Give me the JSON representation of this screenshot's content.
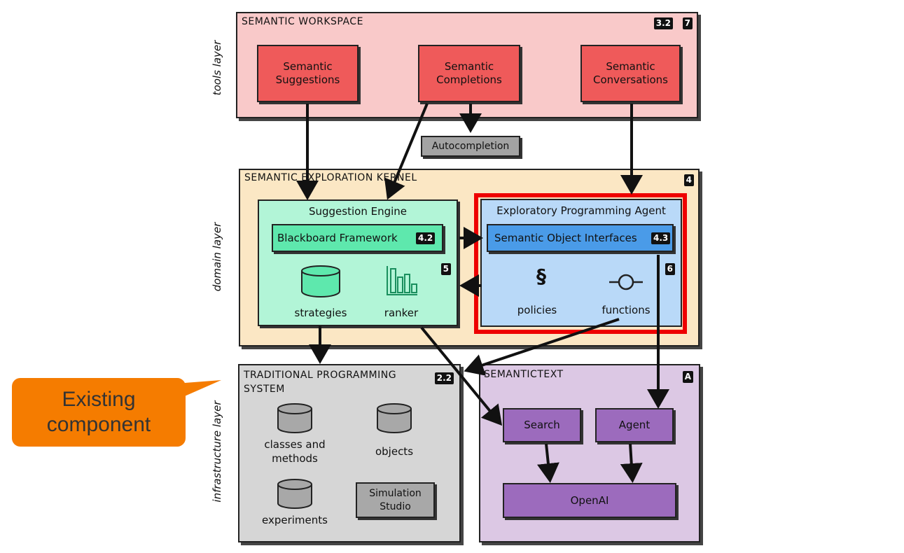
{
  "side_labels": {
    "tools": "tools layer",
    "domain": "domain layer",
    "infrastructure": "infrastructure layer"
  },
  "workspace": {
    "title": "SEMANTIC WORKSPACE",
    "tags": [
      "3.2",
      "7"
    ],
    "suggestions": "Semantic\nSuggestions",
    "completions": "Semantic\nCompletions",
    "conversations": "Semantic\nConversations",
    "autocompletion": "Autocompletion"
  },
  "kernel": {
    "title": "SEMANTIC EXPLORATION KERNEL",
    "tag": "4",
    "suggestion_engine": {
      "title": "Suggestion Engine",
      "blackboard": "Blackboard Framework",
      "blackboard_tag": "4.2",
      "tag": "5",
      "strategies": "strategies",
      "ranker": "ranker"
    },
    "agent": {
      "title": "Exploratory Programming Agent",
      "interfaces": "Semantic Object Interfaces",
      "interfaces_tag": "4.3",
      "tag": "6",
      "policies": "policies",
      "policies_glyph": "§",
      "functions": "functions"
    }
  },
  "traditional": {
    "title": "TRADITIONAL PROGRAMMING\nSYSTEM",
    "tag": "2.2",
    "classes": "classes and\nmethods",
    "objects": "objects",
    "experiments": "experiments",
    "simulation": "Simulation\nStudio"
  },
  "semantictext": {
    "title": "SEMANTICTEXT",
    "tag": "A",
    "search": "Search",
    "agent": "Agent",
    "openai": "OpenAI"
  },
  "callout": {
    "text": "Existing\ncomponent",
    "color": "#f57c00"
  },
  "colors": {
    "tools_bg": "#f9c9c9",
    "tools_box": "#ef5a5a",
    "domain_bg": "#fbe7c4",
    "engine_bg": "#b2f5d7",
    "engine_bar": "#5ee8ad",
    "agent_bg": "#b9d9f8",
    "agent_bar": "#4a9be8",
    "highlight": "#ee0000",
    "infra_bg": "#d6d6d6",
    "semtext_bg": "#dcc8e4",
    "semtext_box": "#9c6bbd",
    "cylinder": "#a8a8a8"
  }
}
